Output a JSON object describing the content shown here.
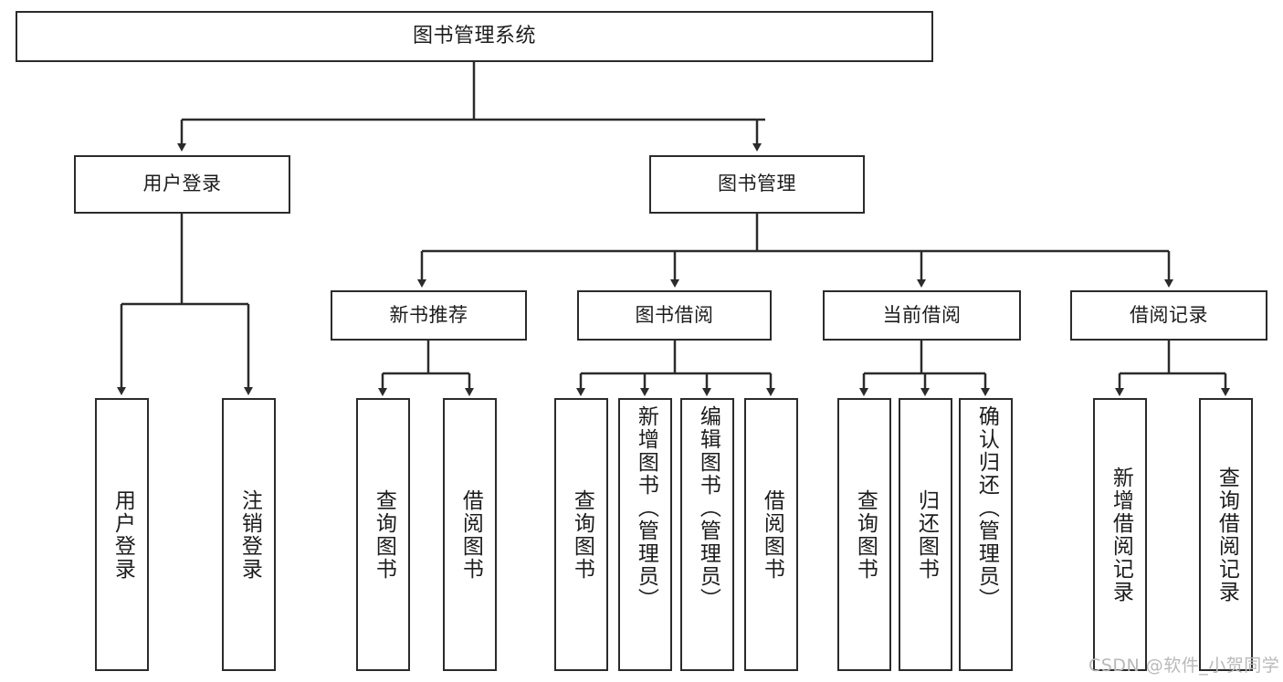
{
  "diagram": {
    "type": "tree",
    "title": "图书管理系统",
    "watermark": "CSDN @软件_小贺同学",
    "nodes": {
      "root": {
        "label": "图书管理系统"
      },
      "user_login": {
        "label": "用户登录"
      },
      "book_manage": {
        "label": "图书管理"
      },
      "new_book_rec": {
        "label": "新书推荐"
      },
      "book_borrow": {
        "label": "图书借阅"
      },
      "current_borrow": {
        "label": "当前借阅"
      },
      "borrow_record": {
        "label": "借阅记录"
      },
      "leaf_user_login": {
        "label": "用户登录"
      },
      "leaf_user_logout": {
        "label": "注销登录"
      },
      "leaf_query_book_1": {
        "label": "查询图书"
      },
      "leaf_borrow_book_1": {
        "label": "借阅图书"
      },
      "leaf_query_book_2": {
        "label": "查询图书"
      },
      "leaf_add_book": {
        "label": "新增图书（管理员）"
      },
      "leaf_edit_book": {
        "label": "编辑图书（管理员）"
      },
      "leaf_borrow_book_2": {
        "label": "借阅图书"
      },
      "leaf_query_book_3": {
        "label": "查询图书"
      },
      "leaf_return_book": {
        "label": "归还图书"
      },
      "leaf_confirm_return": {
        "label": "确认归还（管理员）"
      },
      "leaf_add_record": {
        "label": "新增借阅记录"
      },
      "leaf_query_record": {
        "label": "查询借阅记录"
      }
    },
    "edges": [
      {
        "from": "root",
        "to": "user_login"
      },
      {
        "from": "root",
        "to": "book_manage"
      },
      {
        "from": "user_login",
        "to": "leaf_user_login"
      },
      {
        "from": "user_login",
        "to": "leaf_user_logout"
      },
      {
        "from": "book_manage",
        "to": "new_book_rec"
      },
      {
        "from": "book_manage",
        "to": "book_borrow"
      },
      {
        "from": "book_manage",
        "to": "current_borrow"
      },
      {
        "from": "book_manage",
        "to": "borrow_record"
      },
      {
        "from": "new_book_rec",
        "to": "leaf_query_book_1"
      },
      {
        "from": "new_book_rec",
        "to": "leaf_borrow_book_1"
      },
      {
        "from": "book_borrow",
        "to": "leaf_query_book_2"
      },
      {
        "from": "book_borrow",
        "to": "leaf_add_book"
      },
      {
        "from": "book_borrow",
        "to": "leaf_edit_book"
      },
      {
        "from": "book_borrow",
        "to": "leaf_borrow_book_2"
      },
      {
        "from": "current_borrow",
        "to": "leaf_query_book_3"
      },
      {
        "from": "current_borrow",
        "to": "leaf_return_book"
      },
      {
        "from": "current_borrow",
        "to": "leaf_confirm_return"
      },
      {
        "from": "borrow_record",
        "to": "leaf_add_record"
      },
      {
        "from": "borrow_record",
        "to": "leaf_query_record"
      }
    ],
    "colors": {
      "stroke": "#2b2b2b",
      "fill": "#ffffff",
      "text": "#1c1c1c",
      "watermark": "#b9b9b9"
    }
  }
}
